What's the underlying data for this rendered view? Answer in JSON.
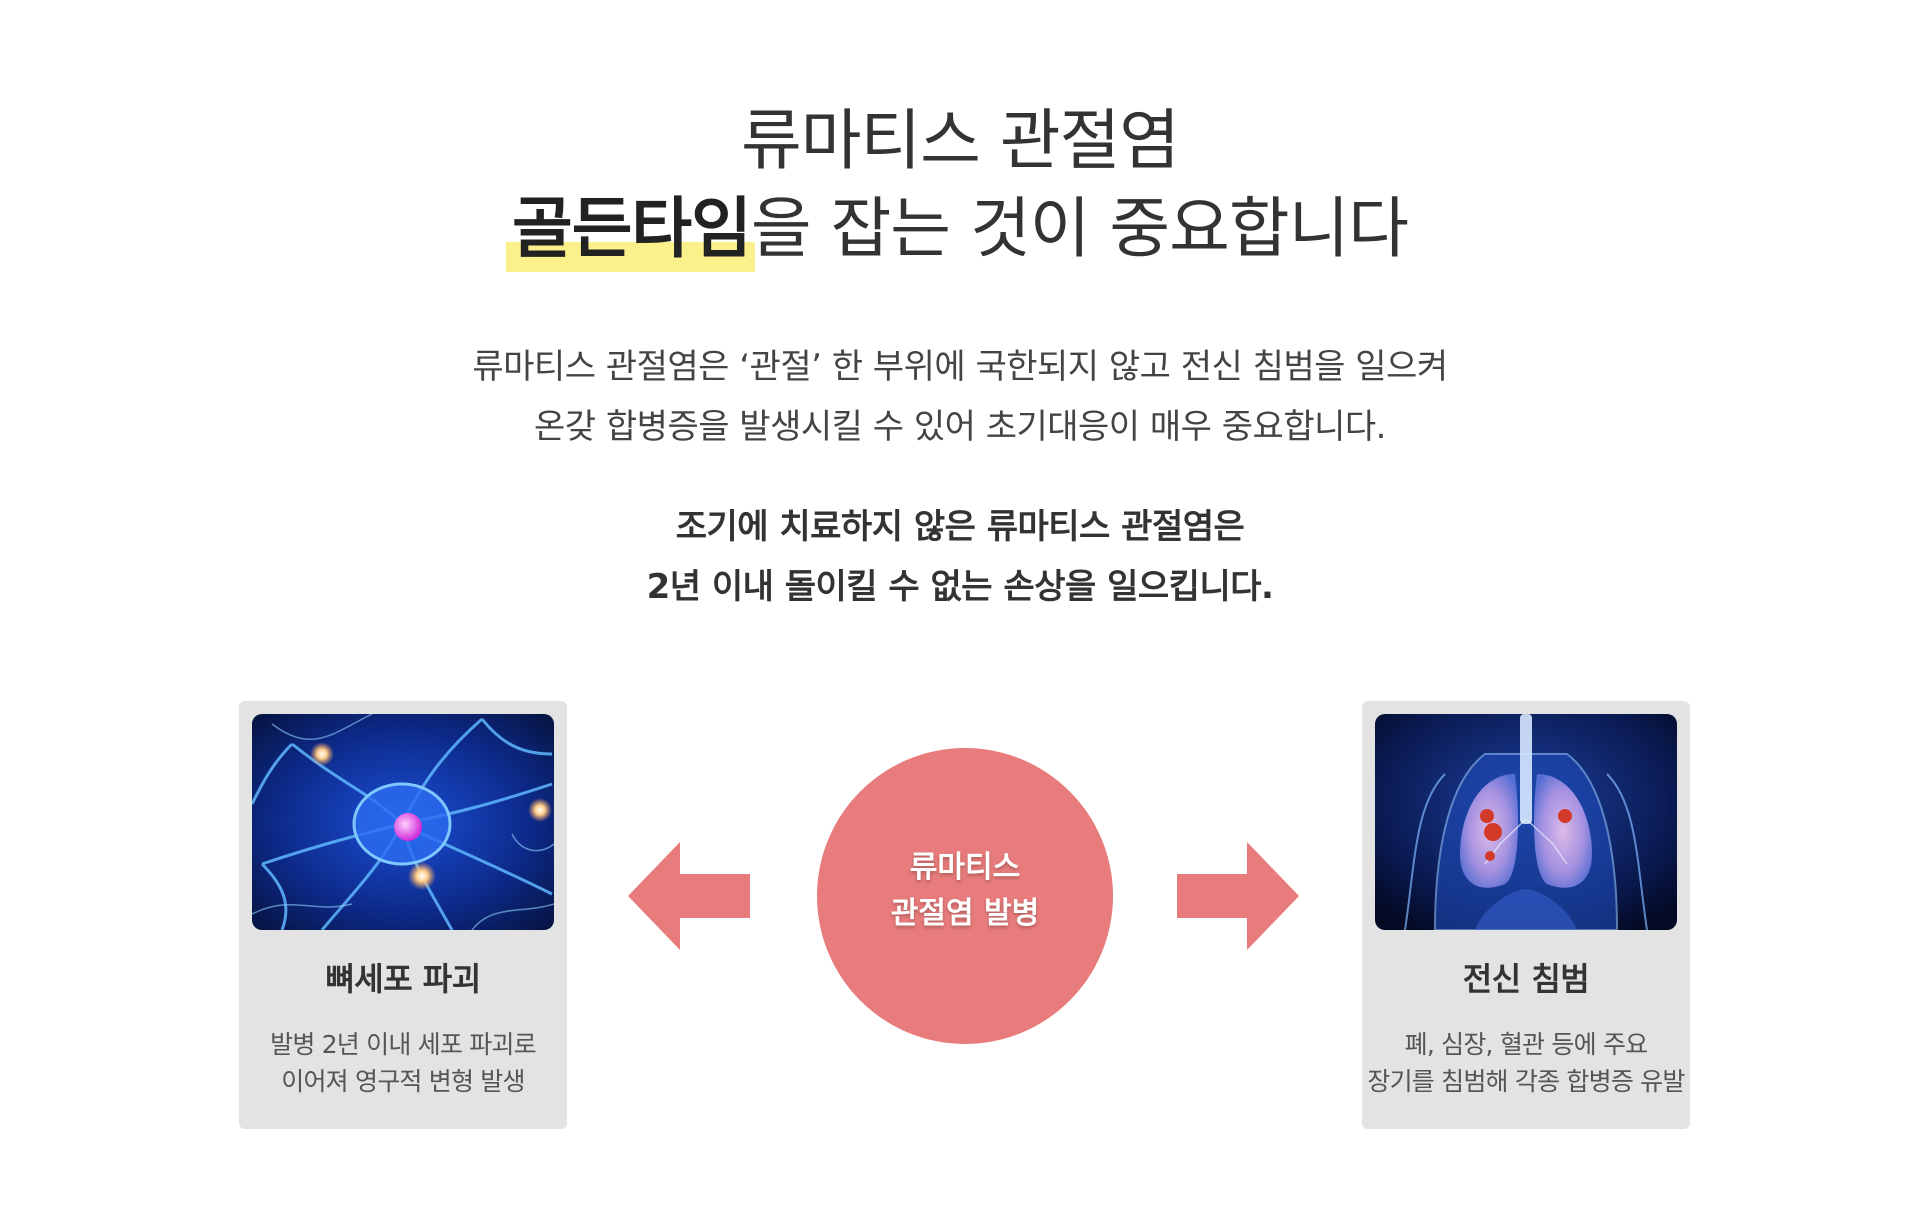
{
  "heading": {
    "line1": "류마티스 관절염",
    "line2_highlight": "골든타임",
    "line2_rest": "을 잡는 것이 중요합니다"
  },
  "description": {
    "line1": "류마티스 관절염은 ‘관절’ 한 부위에 국한되지 않고 전신 침범을 일으켜",
    "line2": "온갖 합병증을 발생시킬 수 있어  초기대응이 매우 중요합니다."
  },
  "emphasis": {
    "line1": "조기에 치료하지 않은 류마티스 관절염은",
    "line2": "2년 이내 돌이킬 수 없는 손상을 일으킵니다."
  },
  "center": {
    "line1": "류마티스",
    "line2": "관절염 발병"
  },
  "cards": [
    {
      "title": "뼈세포 파괴",
      "desc_line1": "발병 2년 이내 세포 파괴로",
      "desc_line2": "이어져 영구적 변형 발생",
      "image": "neuron-cell-illustration"
    },
    {
      "title": "전신 침범",
      "desc_line1": "폐, 심장, 혈관 등에 주요",
      "desc_line2": "장기를 침범해 각종 합병증 유발",
      "image": "lung-xray-illustration"
    }
  ],
  "colors": {
    "highlight": "#fbf18a",
    "accent": "#e87b7b",
    "card_bg": "#e3e3e3"
  },
  "icons": [
    "arrow-left-icon",
    "arrow-right-icon"
  ]
}
